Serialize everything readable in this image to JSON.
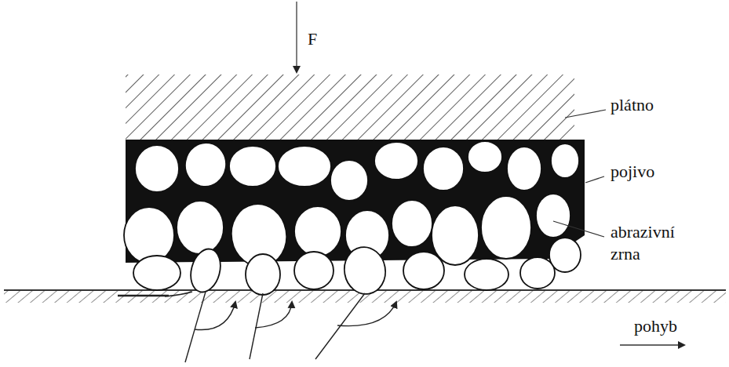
{
  "diagram": {
    "labels": [
      "F",
      "plátno",
      "pojivo",
      "abrazivní zrna",
      "pohyb"
    ]
  }
}
